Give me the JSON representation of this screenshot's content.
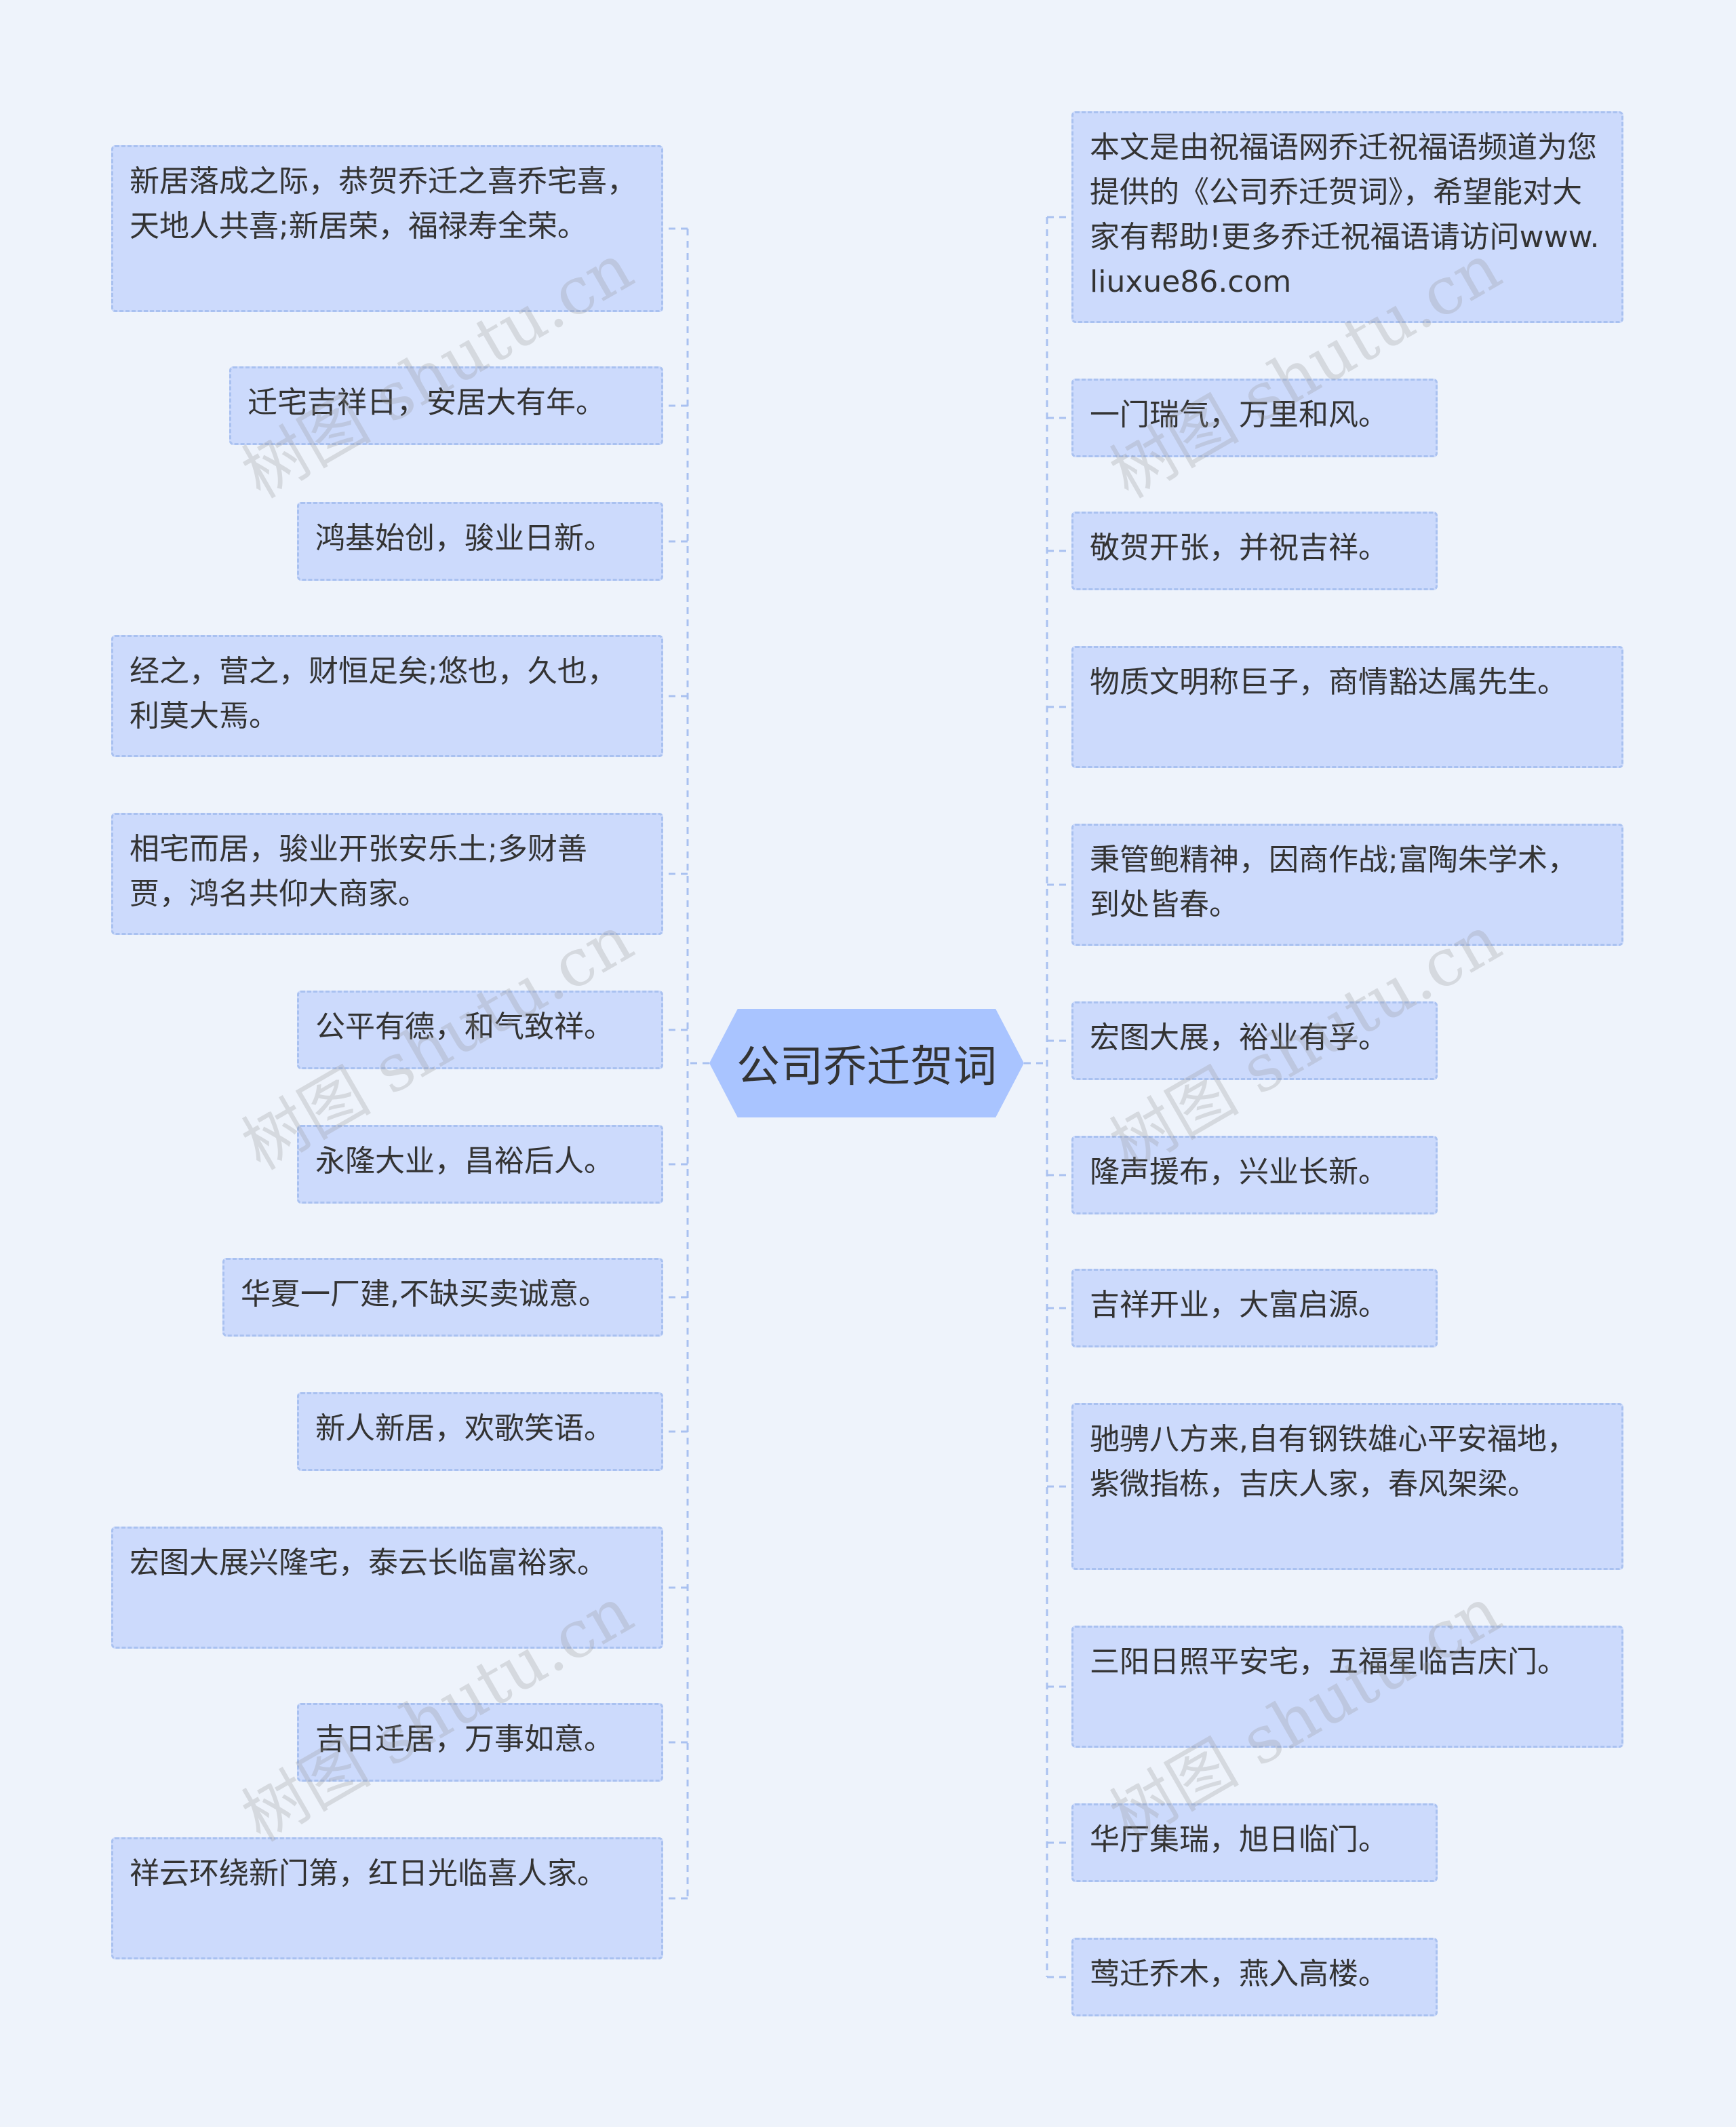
{
  "center": {
    "title": "公司乔迁贺词"
  },
  "left_nodes": [
    "新居落成之际，恭贺乔迁之喜乔宅喜，天地人共喜;新居荣，福禄寿全荣。",
    "迁宅吉祥日，安居大有年。",
    "鸿基始创，骏业日新。",
    "经之，营之，财恒足矣;悠也，久也，利莫大焉。",
    "相宅而居，骏业开张安乐土;多财善贾，鸿名共仰大商家。",
    "公平有德，和气致祥。",
    "永隆大业，昌裕后人。",
    "华夏一厂建,不缺买卖诚意。",
    "新人新居，欢歌笑语。",
    "宏图大展兴隆宅，泰云长临富裕家。",
    "吉日迁居，万事如意。",
    "祥云环绕新门第，红日光临喜人家。"
  ],
  "right_nodes": [
    "本文是由祝福语网乔迁祝福语频道为您提供的《公司乔迁贺词》，希望能对大家有帮助!更多乔迁祝福语请访问www.liuxue86.com",
    "一门瑞气，万里和风。",
    "敬贺开张，并祝吉祥。",
    "物质文明称巨子，商情豁达属先生。",
    "秉管鲍精神，因商作战;富陶朱学术，到处皆春。",
    "宏图大展，裕业有孚。",
    "隆声援布，兴业长新。",
    "吉祥开业，大富启源。",
    "驰骋八方来,自有钢铁雄心平安福地，紫微指栋，吉庆人家，春风架梁。",
    "三阳日照平安宅，五福星临吉庆门。",
    "华厅集瑞，旭日临门。",
    "莺迁乔木，燕入高楼。"
  ],
  "watermark": "树图 shutu.cn",
  "colors": {
    "background": "#eef3fb",
    "node_fill": "#ccdafc",
    "node_border": "#a9c1f0",
    "center_fill": "#a9c4ff",
    "connector": "#a9c1f0"
  }
}
